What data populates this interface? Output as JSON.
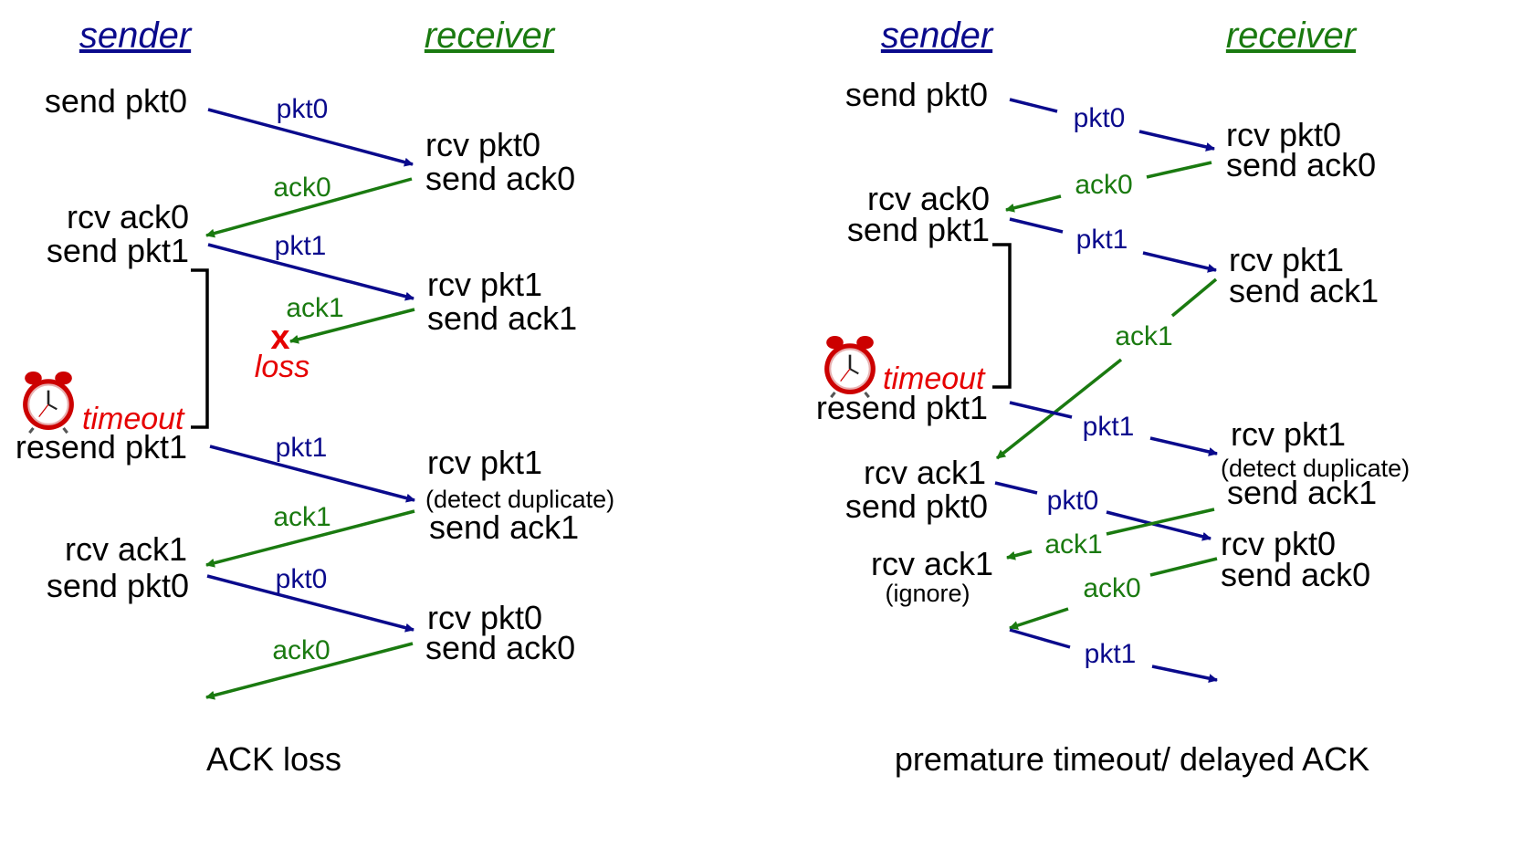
{
  "colors": {
    "pkt": "#0a0a8c",
    "ack": "#1a7a10",
    "loss": "#e60000",
    "text": "#000000",
    "clock": "#cc0000"
  },
  "icons": [
    "alarm-clock-icon",
    "loss-x-icon"
  ],
  "left": {
    "header_sender": "sender",
    "header_receiver": "receiver",
    "caption": "ACK loss",
    "labels": {
      "s1": "send pkt0",
      "r1a": "rcv pkt0",
      "r1b": "send ack0",
      "s2a": "rcv ack0",
      "s2b": "send pkt1",
      "r2a": "rcv pkt1",
      "r2b": "send ack1",
      "loss_mark": "x",
      "loss": "loss",
      "timeout": "timeout",
      "s3": "resend pkt1",
      "r3a": "rcv pkt1",
      "r3b": "(detect duplicate)",
      "r3c": "send ack1",
      "s4a": "rcv ack1",
      "s4b": "send pkt0",
      "r4a": "rcv pkt0",
      "r4b": "send ack0"
    },
    "arrows": {
      "a1": "pkt0",
      "a2": "ack0",
      "a3": "pkt1",
      "a4": "ack1",
      "a5": "pkt1",
      "a6": "ack1",
      "a7": "pkt0",
      "a8": "ack0"
    }
  },
  "right": {
    "header_sender": "sender",
    "header_receiver": "receiver",
    "caption": "premature timeout/ delayed ACK",
    "labels": {
      "s1": "send pkt0",
      "r1a": "rcv pkt0",
      "r1b": "send ack0",
      "s2a": "rcv ack0",
      "s2b": "send pkt1",
      "r2a": "rcv pkt1",
      "r2b": "send ack1",
      "timeout": "timeout",
      "s3": "resend pkt1",
      "r3a": "rcv pkt1",
      "r3b": "(detect duplicate)",
      "r3c": "send ack1",
      "s4a": "rcv ack1",
      "s4b": "send pkt0",
      "r4a": "rcv pkt0",
      "r4b": "send ack0",
      "s5a": "rcv ack1",
      "s5b": "(ignore)"
    },
    "arrows": {
      "a1": "pkt0",
      "a2": "ack0",
      "a3": "pkt1",
      "a4": "ack1",
      "a5": "pkt1",
      "a6": "pkt0",
      "a7": "ack1",
      "a8": "ack0",
      "a9": "pkt1"
    }
  }
}
